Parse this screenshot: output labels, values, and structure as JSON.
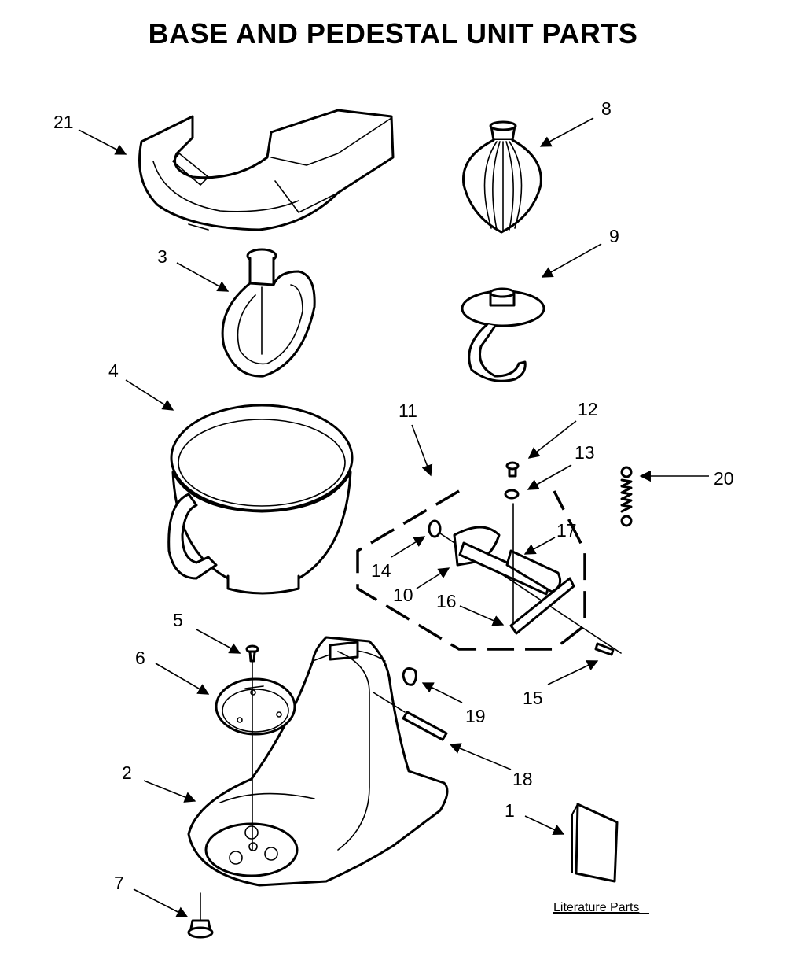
{
  "title": "BASE AND PEDESTAL UNIT PARTS",
  "literature_label": "Literature Parts",
  "callouts": {
    "c1": "1",
    "c2": "2",
    "c3": "3",
    "c4": "4",
    "c5": "5",
    "c6": "6",
    "c7": "7",
    "c8": "8",
    "c9": "9",
    "c10": "10",
    "c11": "11",
    "c12": "12",
    "c13": "13",
    "c14": "14",
    "c15": "15",
    "c16": "16",
    "c17": "17",
    "c18": "18",
    "c19": "19",
    "c20": "20",
    "c21": "21"
  }
}
